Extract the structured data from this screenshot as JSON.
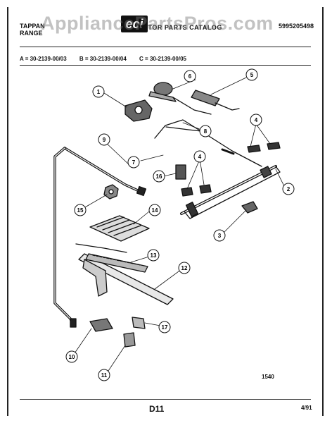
{
  "header": {
    "brand": "TAPPAN",
    "product": "RANGE",
    "logo": "eci",
    "catalog_title": "MOTOR PARTS CATALOG",
    "part_number": "5995205498",
    "watermark": "AppliancePartsPros.com"
  },
  "models": [
    "A = 30-2139-00/03",
    "B = 30-2139-00/04",
    "C = 30-2139-00/05"
  ],
  "callouts": [
    "1",
    "2",
    "3",
    "4",
    "4",
    "5",
    "6",
    "7",
    "8",
    "9",
    "10",
    "11",
    "12",
    "13",
    "14",
    "15",
    "16",
    "17"
  ],
  "footer": {
    "figure_number": "1540",
    "page_id": "D11",
    "date": "4/91"
  }
}
